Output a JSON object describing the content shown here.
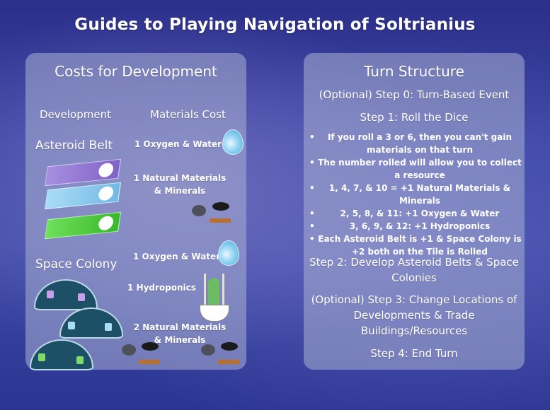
{
  "title": "Guides to Playing Navigation of Soltrianius",
  "costs_panel": {
    "title": "Costs for Development",
    "col_development": "Development",
    "col_materials": "Materials Cost",
    "asteroid_belt": {
      "label": "Asteroid Belt",
      "costs": [
        "1 Oxygen & Water",
        "1 Natural Materials & Minerals"
      ]
    },
    "space_colony": {
      "label": "Space Colony",
      "costs": [
        "1 Oxygen & Water",
        "1 Hydroponics",
        "2 Natural Materials & Minerals"
      ]
    },
    "colors": {
      "belt_purple": "#8f74d4",
      "belt_blue": "#8ccaee",
      "belt_green": "#4fcc3e",
      "dome": "#1d4f66"
    }
  },
  "turn_panel": {
    "title": "Turn Structure",
    "step0": "(Optional) Step 0:  Turn-Based Event",
    "step1": "Step 1: Roll the Dice",
    "bullets": [
      "If you roll a 3 or 6, then you can't gain materials on that turn",
      "The number rolled will allow you to collect a resource",
      "1, 4, 7, & 10 = +1 Natural Materials & Minerals",
      "2, 5, 8, & 11: +1 Oxygen & Water",
      "3, 6, 9, & 12: +1 Hydroponics",
      "Each Asteroid Belt is +1 & Space Colony is +2 both on the Tile is Rolled"
    ],
    "step2": "Step 2:  Develop Asteroid Belts & Space Colonies",
    "step3": "(Optional) Step 3: Change Locations of Developments & Trade Buildings/Resources",
    "step4": "Step 4:  End Turn"
  }
}
